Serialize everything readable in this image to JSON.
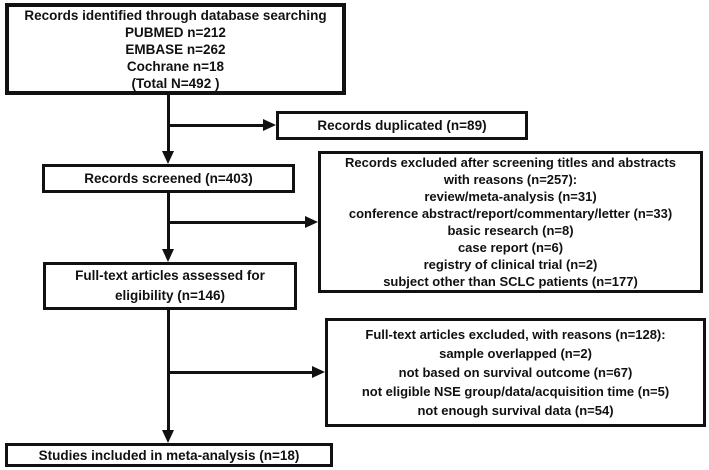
{
  "boxes": {
    "identification": {
      "text": "Records identified through database searching\nPUBMED n=212\nEMBASE n=262\nCochrane n=18\n(Total N=492 )"
    },
    "duplicated": {
      "text": "Records duplicated (n=89)"
    },
    "screened": {
      "text": "Records screened (n=403)"
    },
    "excluded_screening": {
      "text": "Records excluded after screening titles and abstracts\nwith reasons (n=257):\nreview/meta-analysis (n=31)\nconference abstract/report/commentary/letter (n=33)\nbasic research (n=8)\ncase report (n=6)\nregistry of clinical trial (n=2)\nsubject other than SCLC patients (n=177)"
    },
    "fulltext": {
      "text": "Full-text articles assessed for\neligibility (n=146)"
    },
    "excluded_fulltext": {
      "text": "Full-text articles excluded, with reasons (n=128):\nsample overlapped (n=2)\nnot based on survival outcome (n=67)\nnot eligible NSE group/data/acquisition time (n=5)\nnot enough survival data (n=54)"
    },
    "included": {
      "text": "Studies included in meta-analysis (n=18)"
    }
  },
  "arrows": [
    {
      "from": "records-identified",
      "to": "records-screened"
    },
    {
      "from": "records-identified",
      "to": "records-duplicated"
    },
    {
      "from": "records-screened",
      "to": "fulltext-assessed"
    },
    {
      "from": "records-screened",
      "to": "records-excluded-screening"
    },
    {
      "from": "fulltext-assessed",
      "to": "studies-included"
    },
    {
      "from": "fulltext-assessed",
      "to": "fulltext-excluded"
    }
  ],
  "colors": {
    "border": "#111111",
    "background": "#ffffff",
    "text": "#111111"
  }
}
